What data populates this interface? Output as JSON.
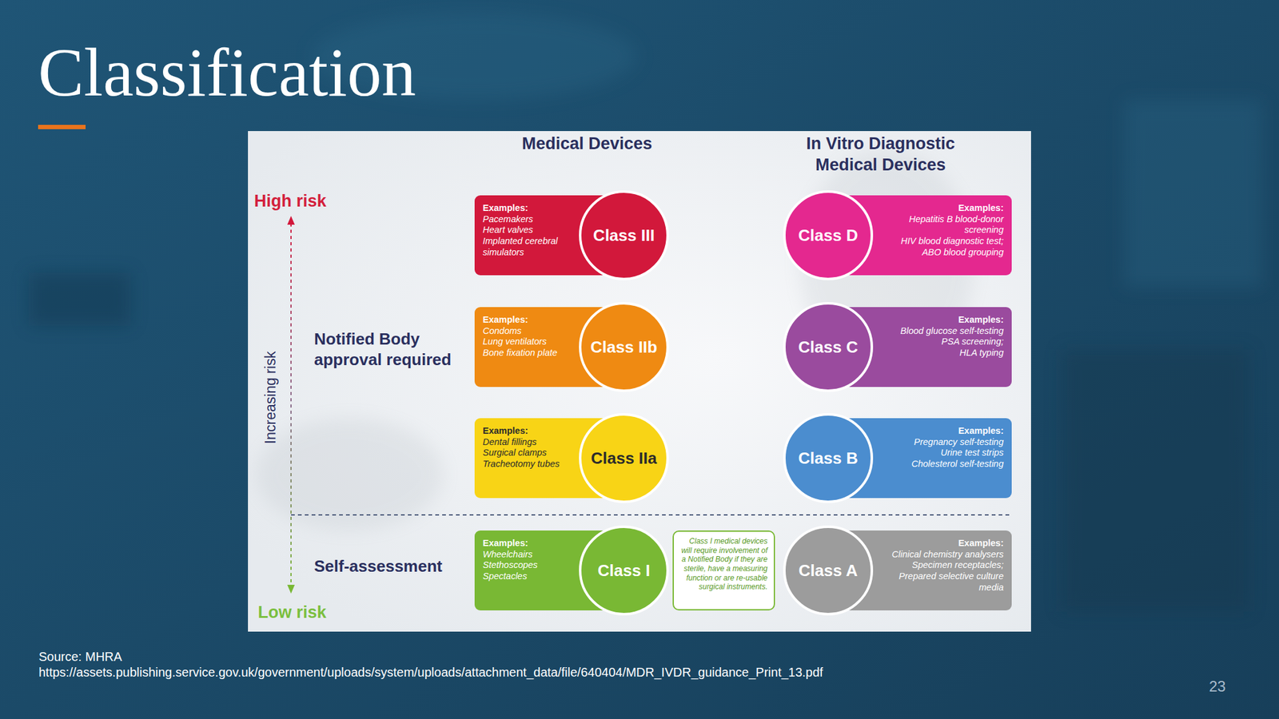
{
  "diagram": {
    "title": "Classification",
    "nodes": [
      {
        "text": [
          "Examples:",
          "Pacemakers",
          "Heart valves",
          "Implanted cerebral simulators"
        ]
      },
      {
        "text": [
          "Class III"
        ]
      },
      {
        "text": [
          "Class D"
        ]
      },
      {
        "text": [
          "Examples:",
          "Hepatitis B blood-donor screening",
          "HIV blood diagnostic test;",
          "ABO blood grouping"
        ]
      },
      {
        "text": [
          "Examples:",
          "Condoms",
          "Lung ventilators",
          "Bone fixation plate"
        ]
      },
      {
        "text": [
          "Class IIb"
        ]
      },
      {
        "text": [
          "Class C"
        ]
      },
      {
        "text": [
          "Examples:",
          "Blood glucose self-testing",
          "PSA screening;",
          "HLA typing"
        ]
      },
      {
        "text": [
          "Examples:",
          "Dental fillings",
          "Surgical clamps",
          "Tracheotomy tubes"
        ]
      },
      {
        "text": [
          "Class IIa"
        ]
      },
      {
        "text": [
          "Class B"
        ]
      },
      {
        "text": [
          "Examples:",
          "Pregnancy self-testing",
          "Urine test strips",
          "Cholesterol self-testing"
        ]
      },
      {
        "text": [
          "Examples:",
          "Wheelchairs",
          "Stethoscopes",
          "Spectacles"
        ]
      },
      {
        "text": [
          "Class I"
        ]
      },
      {
        "text": [
          "Class I medical devices will require involvement of a Notified Body if they are sterile, have a measuring function or are re-usable surgical instruments."
        ]
      },
      {
        "text": [
          "Class A"
        ]
      },
      {
        "text": [
          "Examples:",
          "Clinical chemistry analysers",
          "Specimen receptacles;",
          "Prepared selective culture media"
        ]
      }
    ],
    "labels": [
      "Medical Devices",
      "In Vitro Diagnostic Medical Devices",
      "High risk",
      "Increasing risk",
      "Notified Body approval required",
      "Self-assessment",
      "Low risk",
      "Source: MHRA",
      "https://assets.publishing.service.gov.uk/government/uploads/system/uploads/attachment_data/file/640404/MDR_IVDR_guidance_Print_13.pdf",
      "23"
    ]
  }
}
